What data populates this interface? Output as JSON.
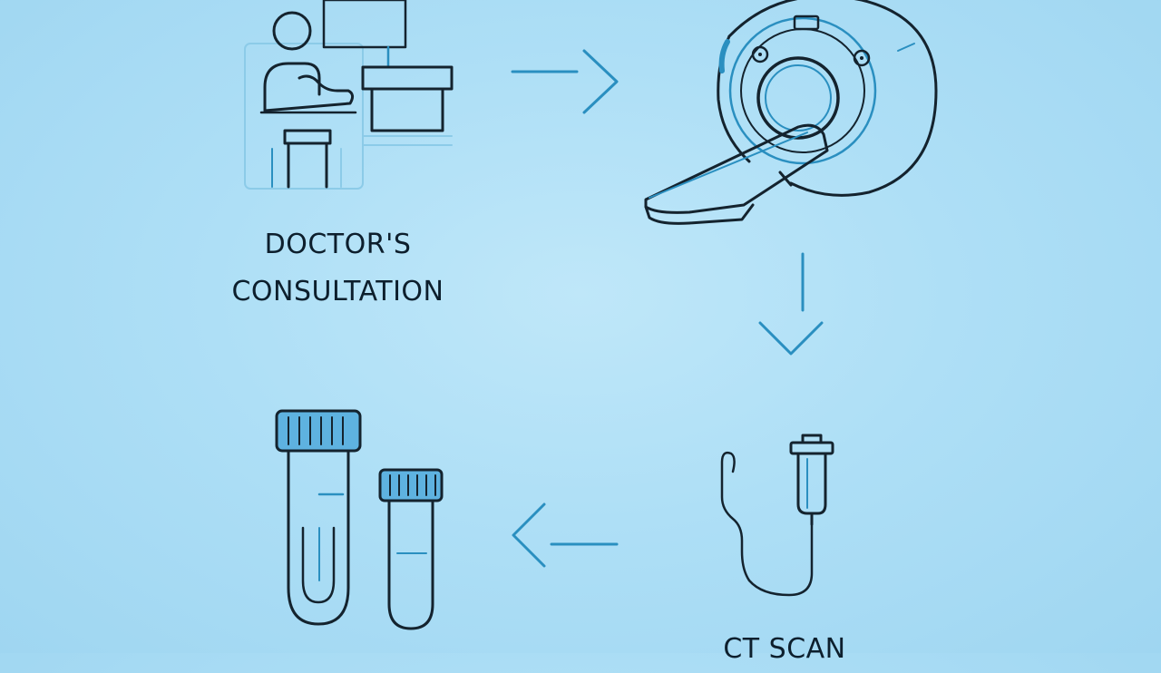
{
  "steps": [
    {
      "id": "consultation",
      "label_line1": "DOCTOR'S",
      "label_line2": "CONSULTATION",
      "icon": "doctor-consultation-icon"
    },
    {
      "id": "ct-machine",
      "icon": "ct-scanner-icon"
    },
    {
      "id": "ct-scan",
      "label": "CT SCAN",
      "icon": "contrast-injector-icon"
    },
    {
      "id": "samples",
      "icon": "test-tubes-icon"
    }
  ],
  "colors": {
    "background": "#aedff6",
    "line_dark": "#14232e",
    "line_blue": "#2a8fc0",
    "tube_cap": "#5eb2e0",
    "label": "#0d1f2d"
  },
  "arrows": [
    "arrow-right-icon",
    "arrow-down-icon",
    "arrow-left-icon"
  ]
}
